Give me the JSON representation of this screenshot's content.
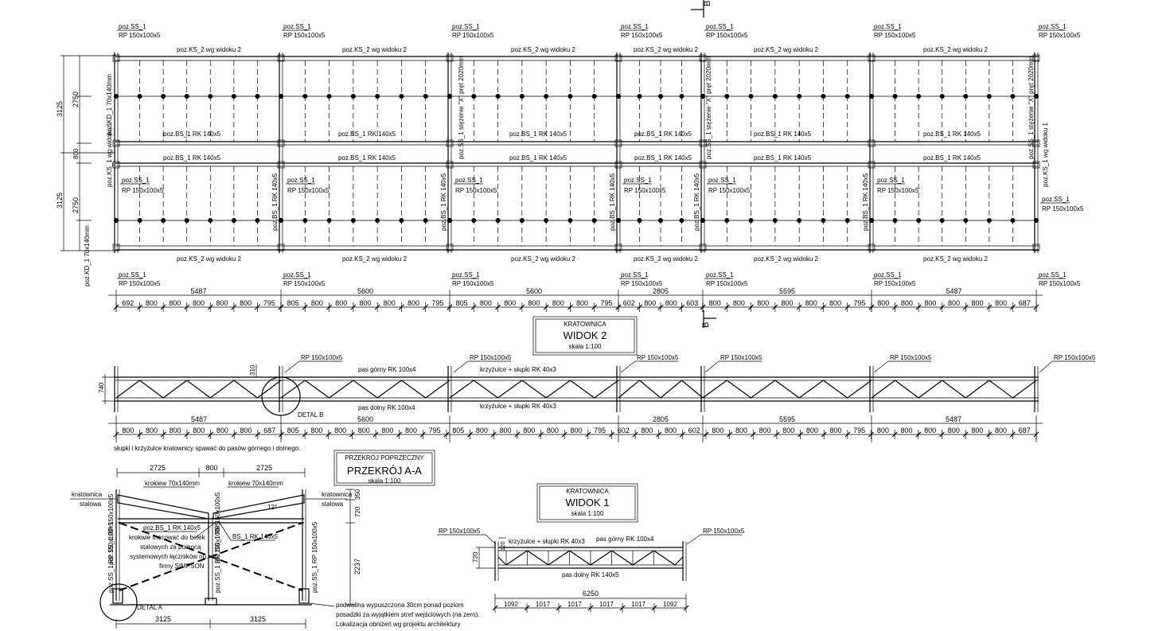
{
  "plan": {
    "ss_tag": "poz.SS_1",
    "ss_profile": "RP 150x100x5",
    "ks_label": "poz.KS_2 wg widoku 2",
    "bs_label": "poz.BS_1 RK 140x5",
    "bs_label_short": "poz.BS_1 RK 140x5",
    "rk_vertical": "poz.BS_1 RK 140x5",
    "bracing_label": "poz.SS_1 stężenie \"X\" pręt 2020mm",
    "kd_label": "poz.KD_1 70x140mm",
    "ks_side_label": "poz.KS_1 wg widoku 1",
    "left_dims": {
      "d3125a": "3125",
      "d2750a": "2750",
      "d800": "800",
      "d3125b": "3125",
      "d2750b": "2750"
    },
    "section_marker": "B",
    "overall_dims": [
      "5487",
      "5600",
      "5600",
      "2805",
      "5595",
      "5487"
    ],
    "sub_dims": [
      [
        "692",
        "800",
        "800",
        "800",
        "800",
        "800",
        "795"
      ],
      [
        "805",
        "800",
        "800",
        "800",
        "800",
        "800",
        "795"
      ],
      [
        "805",
        "800",
        "800",
        "800",
        "800",
        "800",
        "795"
      ],
      [
        "602",
        "800",
        "800",
        "603"
      ],
      [
        "800",
        "800",
        "800",
        "800",
        "800",
        "800",
        "795"
      ],
      [
        "800",
        "800",
        "800",
        "800",
        "800",
        "800",
        "687"
      ]
    ]
  },
  "widok2": {
    "title_small": "KRATOWNICA",
    "title": "WIDOK 2",
    "scale": "skala 1:100",
    "rp_label": "RP 150x100x5",
    "top_chord": "pas górny  RK 100x4",
    "diagonals": "krzyżulce + słupki  RK 40x3",
    "diagonals2": "krzyżulce + słupki  RK 40x3",
    "bottom_chord": "pas dolny  RK 100x4",
    "detail": "DETAL B",
    "height_dim": "740",
    "small_dim": "310",
    "overall_dims": [
      "5487",
      "5600",
      "2805",
      "5595",
      "5487"
    ],
    "sub_dims_row": [
      "800",
      "800",
      "800",
      "800",
      "800",
      "800",
      "687",
      "805",
      "800",
      "800",
      "800",
      "800",
      "800",
      "795",
      "805",
      "800",
      "800",
      "800",
      "800",
      "800",
      "795",
      "602",
      "800",
      "800",
      "602",
      "800",
      "800",
      "800",
      "800",
      "800",
      "800",
      "795",
      "800",
      "800",
      "800",
      "800",
      "800",
      "800",
      "687"
    ],
    "note": "słupki i krzyżulce kratownicy spawać do pasów górnego i dolnego."
  },
  "section": {
    "title_small": "PRZEKRÓJ POPRZECZNY",
    "title": "PRZEKRÓJ A-A",
    "scale": "skala 1:100",
    "top_dims": [
      "2725",
      "800",
      "2725"
    ],
    "rafter1": "krokiew 70x140mm",
    "rafter2": "krokiew 70x140mm",
    "truss_left": "kratownica",
    "truss_left2": "stalowa",
    "truss_right": "kratownica",
    "truss_right2": "stalowa",
    "angle": "12°",
    "beam": "poz.BS_1 RK 140x5",
    "beam2": "BS_1 RK 140x5",
    "note1": "krokwie mocować do belek",
    "note2": "stalowych za pomocą",
    "note3": "systemowych łączników np.",
    "note4": "firmy SIMPSON",
    "col_left": "poz.SS_1 RP 150x100x5",
    "col_mid": "poz.SS_1 RP 150x100x5",
    "col_right": "poz.SS_1 RP 150x100x5",
    "col_top_left": "poz.SS_1 RP 150x100x5",
    "col_top_right": "poz.SS_1 RP 150x100x5",
    "h720": "720",
    "h350": "350",
    "h2237": "2237",
    "detail": "DETAL A",
    "bottom_dims": [
      "3125",
      "3125"
    ],
    "foot1": "podwalina wypuszczona 30cm ponad poziom",
    "foot2": "posadzki za wyjątkiem stref wejściowych (na zero).",
    "foot3": "Lokalizacja obniżeń wg projektu architektury"
  },
  "widok1": {
    "title_small": "KRATOWNICA",
    "title": "WIDOK 1",
    "scale": "skala 1:100",
    "rp_left": "RP 150x100x5",
    "rp_right": "RP 150x100x5",
    "diagonals": "krzyżulce + słupki  RK 40x3",
    "top_chord": "pas górny  RK 100x4",
    "bottom_chord": "pas dolny  RK 140x5",
    "height": "720",
    "small": "120",
    "overall": "6250",
    "sub_dims": [
      "1092",
      "1017",
      "1017",
      "1017",
      "1017",
      "1092"
    ]
  }
}
